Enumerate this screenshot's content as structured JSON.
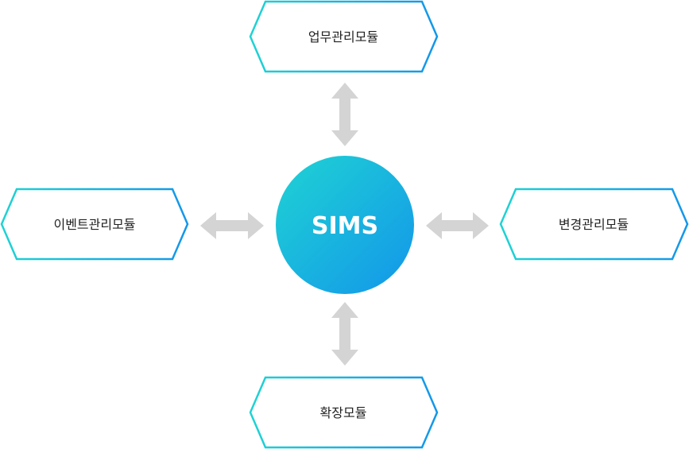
{
  "center": {
    "label": "SIMS"
  },
  "modules": {
    "top": "업무관리모듈",
    "left": "이벤트관리모듈",
    "right": "변경관리모듈",
    "bottom": "확장모듈"
  },
  "colors": {
    "gradient_start": "#1fd3d3",
    "gradient_end": "#1396ea",
    "arrow": "#d4d4d4",
    "text": "#222222"
  }
}
